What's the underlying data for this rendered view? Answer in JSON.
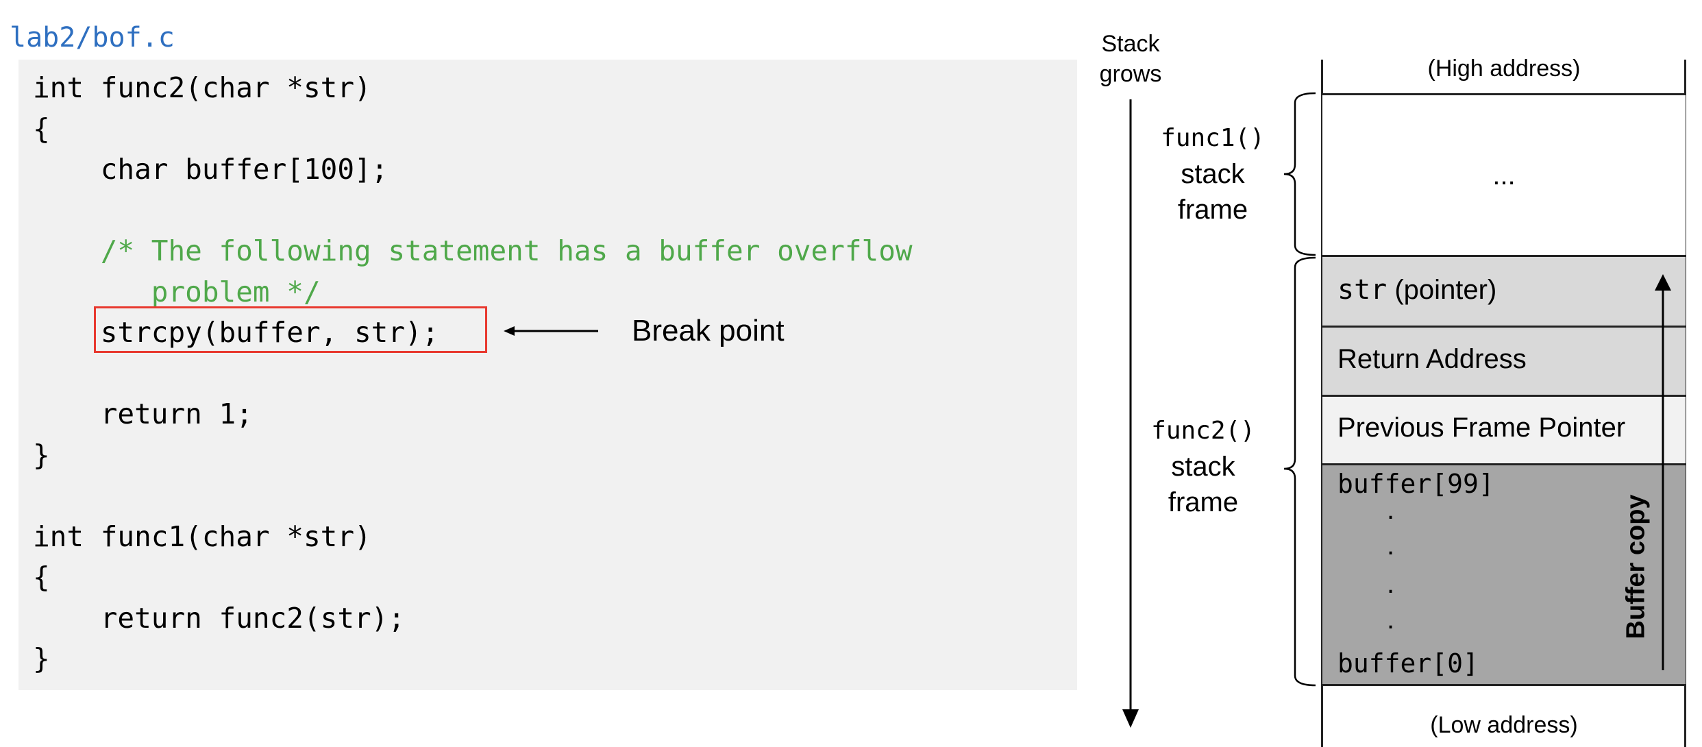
{
  "code": {
    "filename": "lab2/bof.c",
    "lines": [
      {
        "text": "int func2(char *str)",
        "kind": "code"
      },
      {
        "text": "{",
        "kind": "code"
      },
      {
        "text": "    char buffer[100];",
        "kind": "code"
      },
      {
        "text": "",
        "kind": "code"
      },
      {
        "text": "    /* The following statement has a buffer overflow",
        "kind": "comment"
      },
      {
        "text": "       problem */",
        "kind": "comment"
      },
      {
        "text": "    strcpy(buffer, str);",
        "kind": "code"
      },
      {
        "text": "",
        "kind": "code"
      },
      {
        "text": "    return 1;",
        "kind": "code"
      },
      {
        "text": "}",
        "kind": "code"
      },
      {
        "text": "",
        "kind": "code"
      },
      {
        "text": "int func1(char *str)",
        "kind": "code"
      },
      {
        "text": "{",
        "kind": "code"
      },
      {
        "text": "    return func2(str);",
        "kind": "code"
      },
      {
        "text": "}",
        "kind": "code"
      }
    ],
    "breakpoint_label": "Break point",
    "highlight_color": "#e8392f"
  },
  "stack": {
    "grows_label_1": "Stack",
    "grows_label_2": "grows",
    "high_address": "(High address)",
    "low_address": "(Low address)",
    "func1_frame": {
      "name": "func1()",
      "l2": "stack",
      "l3": "frame"
    },
    "func2_frame": {
      "name": "func2()",
      "l2": "stack",
      "l3": "frame"
    },
    "cells": {
      "ellipsis": "...",
      "str_mono": "str",
      "str_rest": " (pointer)",
      "return_address": "Return Address",
      "prev_frame_pointer": "Previous Frame Pointer",
      "buffer_top": "buffer[99]",
      "dot": ".",
      "buffer_bottom": "buffer[0]"
    },
    "buffer_copy_label": "Buffer copy",
    "colors": {
      "pointer_rows": "#d9d9d9",
      "frame_pointer_row": "#f2f2f2",
      "buffer_rows": "#a6a6a6"
    }
  }
}
